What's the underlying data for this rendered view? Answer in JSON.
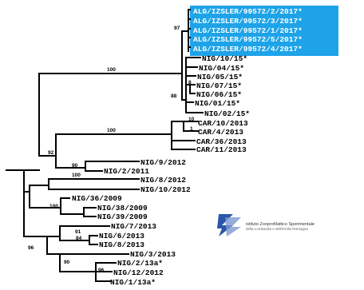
{
  "tree": {
    "leaves": [
      {
        "id": "L1",
        "label": "ALG/IZSLER/99572/2/2017*",
        "highlight": true
      },
      {
        "id": "L2",
        "label": "ALG/IZSLER/99572/3/2017*",
        "highlight": true
      },
      {
        "id": "L3",
        "label": "ALG/IZSLER/99572/1/2017*",
        "highlight": true
      },
      {
        "id": "L4",
        "label": "ALG/IZSLER/99572/5/2017*",
        "highlight": true
      },
      {
        "id": "L5",
        "label": "ALG/IZSLER/99572/4/2017*",
        "highlight": true
      },
      {
        "id": "L6",
        "label": "NIG/10/15*"
      },
      {
        "id": "L7",
        "label": "NIG/04/15*"
      },
      {
        "id": "L8",
        "label": "NIG/05/15*"
      },
      {
        "id": "L9",
        "label": "NIG/07/15*"
      },
      {
        "id": "L10",
        "label": "NIG/06/15*"
      },
      {
        "id": "L11",
        "label": "NIG/01/15*"
      },
      {
        "id": "L12",
        "label": "NIG/02/15*"
      },
      {
        "id": "L13",
        "label": "CAR/10/2013"
      },
      {
        "id": "L14",
        "label": "CAR/4/2013"
      },
      {
        "id": "L15",
        "label": "CAR/36/2013"
      },
      {
        "id": "L16",
        "label": "CAR/11/2013"
      },
      {
        "id": "L17",
        "label": "NIG/9/2012"
      },
      {
        "id": "L18",
        "label": "NIG/2/2011"
      },
      {
        "id": "L19",
        "label": "NIG/8/2012"
      },
      {
        "id": "L20",
        "label": "NIG/10/2012"
      },
      {
        "id": "L21",
        "label": "NIG/36/2009"
      },
      {
        "id": "L22",
        "label": "NIG/38/2009"
      },
      {
        "id": "L23",
        "label": "NIG/39/2009"
      },
      {
        "id": "L24",
        "label": "NIG/7/2013"
      },
      {
        "id": "L25",
        "label": "NIG/6/2013"
      },
      {
        "id": "L26",
        "label": "NIG/8/2013"
      },
      {
        "id": "L27",
        "label": "NIG/3/2013"
      },
      {
        "id": "L28",
        "label": "NIG/2/13a*"
      },
      {
        "id": "L29",
        "label": "NIG/12/2012"
      },
      {
        "id": "L30",
        "label": "NIG/1/13a*"
      }
    ],
    "bootstrap": [
      {
        "id": "b1",
        "value": "97"
      },
      {
        "id": "b2",
        "value": "100"
      },
      {
        "id": "b3",
        "value": "8"
      },
      {
        "id": "b4",
        "value": "88"
      },
      {
        "id": "b5",
        "value": "10"
      },
      {
        "id": "b6",
        "value": "1"
      },
      {
        "id": "b7",
        "value": "100"
      },
      {
        "id": "b8",
        "value": "92"
      },
      {
        "id": "b9",
        "value": "90"
      },
      {
        "id": "b10",
        "value": "100"
      },
      {
        "id": "b11",
        "value": "100"
      },
      {
        "id": "b12",
        "value": "91"
      },
      {
        "id": "b13",
        "value": "84"
      },
      {
        "id": "b14",
        "value": "96"
      },
      {
        "id": "b15",
        "value": "90"
      },
      {
        "id": "b16",
        "value": "96"
      }
    ]
  },
  "logo": {
    "name": "istituto Zooprofilattico Sperimentale",
    "subtitle": "della Lombardia e dell'Emilia Romagna"
  },
  "colors": {
    "highlight": "#1ea3e8",
    "branch": "#000000",
    "logo_blue": "#2a56a8"
  }
}
